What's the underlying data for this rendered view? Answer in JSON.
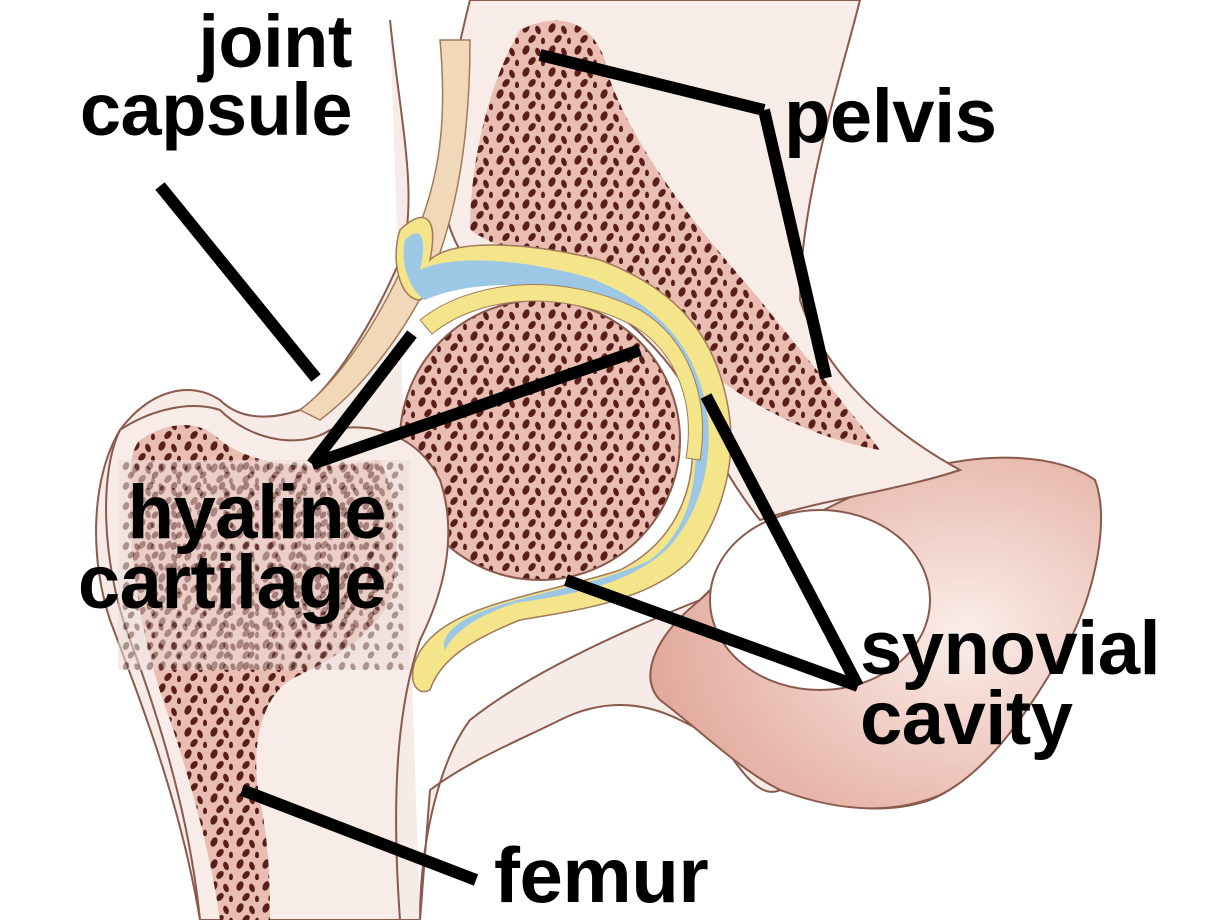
{
  "labels": {
    "joint_capsule": "joint\ncapsule",
    "pelvis": "pelvis",
    "hyaline_cartilage": "hyaline\ncartilage",
    "synovial_cavity": "synovial\ncavity",
    "femur": "femur"
  },
  "colors": {
    "bone_fill": "#f2d9d0",
    "spongy_bone": "#e9bdb2",
    "bone_pore": "#5a1f1a",
    "cartilage": "#f4e48a",
    "synovial": "#9cc8e6",
    "capsule": "#f1d8b8",
    "outline": "#7a4a3c",
    "leader": "#000000"
  }
}
